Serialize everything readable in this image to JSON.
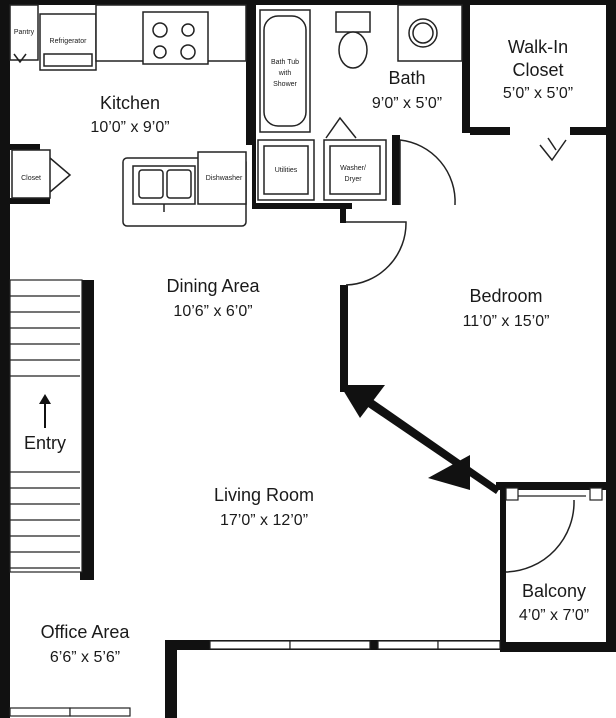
{
  "floorplan": {
    "rooms": [
      {
        "id": "kitchen",
        "name": "Kitchen",
        "dims": "10’0” x 9’0”"
      },
      {
        "id": "bath",
        "name": "Bath",
        "dims": "9’0” x 5’0”"
      },
      {
        "id": "walkin",
        "name": "Walk-In",
        "name2": "Closet",
        "dims": "5’0” x 5’0”"
      },
      {
        "id": "dining",
        "name": "Dining Area",
        "dims": "10’6” x 6’0”"
      },
      {
        "id": "bedroom",
        "name": "Bedroom",
        "dims": "11’0” x 15’0”"
      },
      {
        "id": "living",
        "name": "Living Room",
        "dims": "17’0” x 12’0”"
      },
      {
        "id": "balcony",
        "name": "Balcony",
        "dims": "4’0” x 7’0”"
      },
      {
        "id": "office",
        "name": "Office Area",
        "dims": "6’6” x 5’6”"
      }
    ],
    "fixtures": {
      "pantry": "Pantry",
      "refrigerator": "Refrigerator",
      "closet": "Closet",
      "dishwasher": "Dishwasher",
      "utilities": "Utilities",
      "washer_dryer_1": "Washer/",
      "washer_dryer_2": "Dryer",
      "tub_1": "Bath Tub",
      "tub_2": "with",
      "tub_3": "Shower"
    },
    "entry": "Entry"
  }
}
